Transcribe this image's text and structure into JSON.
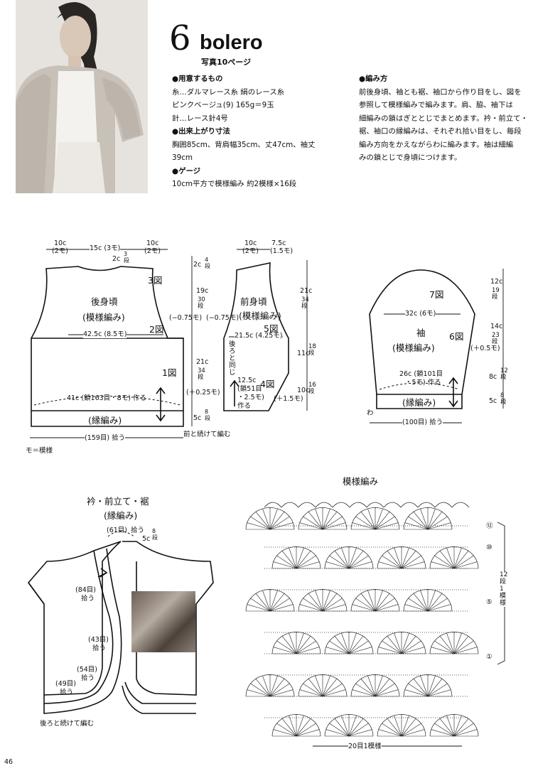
{
  "header": {
    "number": "6",
    "title": "bolero",
    "subtitle": "写真10ページ"
  },
  "materials": {
    "heading": "●用意するもの",
    "lines": [
      "糸…ダルマレース糸 絹のレース糸",
      "ピンクベージュ(9) 165g＝9玉",
      "針…レース針4号"
    ]
  },
  "size": {
    "heading": "●出来上がり寸法",
    "lines": [
      "胸囲85cm、背肩幅35cm、丈47cm、袖丈",
      "39cm"
    ]
  },
  "gauge": {
    "heading": "●ゲージ",
    "lines": [
      "10cm平方で模様編み 約2模様×16段"
    ]
  },
  "method": {
    "heading": "●編み方",
    "lines": [
      "前後身頃、袖とも裾、袖口から作り目をし、図を",
      "参照して模様編みで編みます。肩、脇、袖下は",
      "細編みの鎖はぎととじでまとめます。衿・前立て・",
      "裾、袖口の縁編みは、それぞれ拾い目をし、毎段",
      "編み方向をかえながらわに編みます。袖は細編",
      "みの鎖とじで身頃につけます。"
    ]
  },
  "back": {
    "name": "後身頃",
    "pattern": "(模様編み)",
    "top_left": "10c",
    "top_left_sub": "(2モ)",
    "top_mid": "15c (3モ)",
    "top_right": "10c",
    "top_right_sub": "(2モ)",
    "neck_depth": "2c",
    "neck_rows": "3段",
    "fig3": "3図",
    "fig2": "2図",
    "fig1": "1図",
    "width": "42.5c (8.5モ)",
    "inc_left": "(−0.75モ)",
    "cast_on": "41c (鎖163目・8モ) 作る",
    "edging": "(縁編み)",
    "pickup": "(159目) 拾う"
  },
  "side": {
    "shoulder": "2c",
    "shoulder_rows": "4段",
    "armhole": "19c",
    "armhole_rows": "30段",
    "body": "21c",
    "body_rows": "34段",
    "inc": "(＋0.25モ)",
    "edge": "5c",
    "edge_rows": "8段",
    "continue": "前と続けて編む",
    "mo_note": "モ＝模様"
  },
  "front": {
    "name": "前身頃",
    "pattern": "(模様編み)",
    "top_left": "10c",
    "top_left_sub": "(2モ)",
    "top_right": "7.5c",
    "top_right_sub": "(1.5モ)",
    "dec": "(−0.75モ)",
    "fig5": "5図",
    "fig4": "4図",
    "width": "21.5c (4.25モ)",
    "note_chars": [
      "後",
      "ろ",
      "と",
      "同",
      "じ"
    ],
    "bottom": "12.5c",
    "cast_on": "(鎖51目",
    "cast_on2": "・2.5モ)",
    "cast_on3": "作る",
    "inc": "(＋1.5モ)",
    "total": "21c",
    "total_rows": "34段",
    "upper": "11c",
    "upper_rows": "18段",
    "lower": "10c",
    "lower_rows": "16段"
  },
  "sleeve": {
    "name": "袖",
    "pattern": "(模様編み)",
    "fig7": "7図",
    "fig6": "6図",
    "width": "32c (6モ)",
    "cap": "12c",
    "cap_rows": "19段",
    "mid": "14c",
    "mid_rows": "23段",
    "inc": "(＋0.5モ)",
    "low": "8c",
    "low_rows": "12段",
    "edge": "5c",
    "edge_rows": "8段",
    "cast_on": "26c (鎖101目",
    "cast_on2": "・5モ) 作る",
    "edging": "(縁編み)",
    "wa": "わ",
    "pickup": "(100目) 拾う"
  },
  "collar": {
    "title": "衿・前立て・裾",
    "sub": "(縁編み)",
    "top": "(61目)",
    "top2": "拾う",
    "edge": "5c",
    "edge_rows": "8段",
    "p1": "(84目)",
    "p1b": "拾う",
    "p2": "(43目)",
    "p2b": "拾う",
    "p3": "(54目)",
    "p3b": "拾う",
    "p4": "(49目)",
    "p4b": "拾う",
    "continue": "後ろと続けて編む"
  },
  "pattern": {
    "title": "模様編み",
    "r12": "⑫",
    "r10": "⑩",
    "r5": "⑤",
    "r1": "①",
    "side": "12段1模様",
    "bottom": "20目1模様"
  },
  "page_num": "46"
}
